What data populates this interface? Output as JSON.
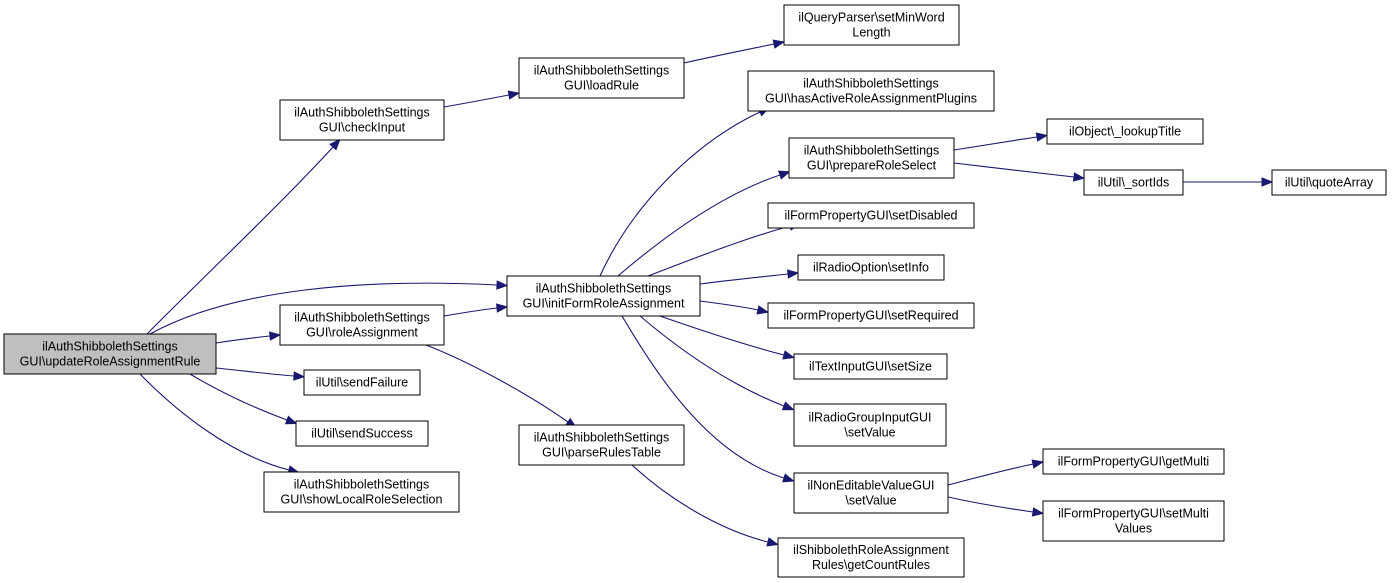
{
  "nodes": [
    {
      "id": "updateRoleAssignmentRule",
      "lines": [
        "ilAuthShibbolethSettings",
        "GUI\\updateRoleAssignmentRule"
      ],
      "highlighted": true
    },
    {
      "id": "checkInput",
      "lines": [
        "ilAuthShibbolethSettings",
        "GUI\\checkInput"
      ]
    },
    {
      "id": "loadRule",
      "lines": [
        "ilAuthShibbolethSettings",
        "GUI\\loadRule"
      ]
    },
    {
      "id": "setMinWordLength",
      "lines": [
        "ilQueryParser\\setMinWord",
        "Length"
      ]
    },
    {
      "id": "hasActiveRoleAssignmentPlugins",
      "lines": [
        "ilAuthShibbolethSettings",
        "GUI\\hasActiveRoleAssignmentPlugins"
      ]
    },
    {
      "id": "prepareRoleSelect",
      "lines": [
        "ilAuthShibbolethSettings",
        "GUI\\prepareRoleSelect"
      ]
    },
    {
      "id": "lookupTitle",
      "lines": [
        "ilObject\\_lookupTitle"
      ]
    },
    {
      "id": "sortIds",
      "lines": [
        "ilUtil\\_sortIds"
      ]
    },
    {
      "id": "quoteArray",
      "lines": [
        "ilUtil\\quoteArray"
      ]
    },
    {
      "id": "setDisabled",
      "lines": [
        "ilFormPropertyGUI\\setDisabled"
      ]
    },
    {
      "id": "initFormRoleAssignment",
      "lines": [
        "ilAuthShibbolethSettings",
        "GUI\\initFormRoleAssignment"
      ]
    },
    {
      "id": "setInfo",
      "lines": [
        "ilRadioOption\\setInfo"
      ]
    },
    {
      "id": "roleAssignment",
      "lines": [
        "ilAuthShibbolethSettings",
        "GUI\\roleAssignment"
      ]
    },
    {
      "id": "setRequired",
      "lines": [
        "ilFormPropertyGUI\\setRequired"
      ]
    },
    {
      "id": "setSize",
      "lines": [
        "ilTextInputGUI\\setSize"
      ]
    },
    {
      "id": "sendFailure",
      "lines": [
        "ilUtil\\sendFailure"
      ]
    },
    {
      "id": "radioSetValue",
      "lines": [
        "ilRadioGroupInputGUI",
        "\\setValue"
      ]
    },
    {
      "id": "sendSuccess",
      "lines": [
        "ilUtil\\sendSuccess"
      ]
    },
    {
      "id": "parseRulesTable",
      "lines": [
        "ilAuthShibbolethSettings",
        "GUI\\parseRulesTable"
      ]
    },
    {
      "id": "nonEditSetValue",
      "lines": [
        "ilNonEditableValueGUI",
        "\\setValue"
      ]
    },
    {
      "id": "getMulti",
      "lines": [
        "ilFormPropertyGUI\\getMulti"
      ]
    },
    {
      "id": "showLocalRoleSelection",
      "lines": [
        "ilAuthShibbolethSettings",
        "GUI\\showLocalRoleSelection"
      ]
    },
    {
      "id": "setMultiValues",
      "lines": [
        "ilFormPropertyGUI\\setMulti",
        "Values"
      ]
    },
    {
      "id": "getCountRules",
      "lines": [
        "ilShibbolethRoleAssignment",
        "Rules\\getCountRules"
      ]
    }
  ],
  "edges": [
    {
      "from": "updateRoleAssignmentRule",
      "to": "checkInput"
    },
    {
      "from": "updateRoleAssignmentRule",
      "to": "initFormRoleAssignment"
    },
    {
      "from": "updateRoleAssignmentRule",
      "to": "roleAssignment"
    },
    {
      "from": "updateRoleAssignmentRule",
      "to": "sendFailure"
    },
    {
      "from": "updateRoleAssignmentRule",
      "to": "sendSuccess"
    },
    {
      "from": "updateRoleAssignmentRule",
      "to": "showLocalRoleSelection"
    },
    {
      "from": "checkInput",
      "to": "loadRule"
    },
    {
      "from": "loadRule",
      "to": "setMinWordLength"
    },
    {
      "from": "roleAssignment",
      "to": "initFormRoleAssignment"
    },
    {
      "from": "roleAssignment",
      "to": "parseRulesTable"
    },
    {
      "from": "initFormRoleAssignment",
      "to": "hasActiveRoleAssignmentPlugins"
    },
    {
      "from": "initFormRoleAssignment",
      "to": "prepareRoleSelect"
    },
    {
      "from": "initFormRoleAssignment",
      "to": "setDisabled"
    },
    {
      "from": "initFormRoleAssignment",
      "to": "setInfo"
    },
    {
      "from": "initFormRoleAssignment",
      "to": "setRequired"
    },
    {
      "from": "initFormRoleAssignment",
      "to": "setSize"
    },
    {
      "from": "initFormRoleAssignment",
      "to": "radioSetValue"
    },
    {
      "from": "initFormRoleAssignment",
      "to": "nonEditSetValue"
    },
    {
      "from": "prepareRoleSelect",
      "to": "lookupTitle"
    },
    {
      "from": "prepareRoleSelect",
      "to": "sortIds"
    },
    {
      "from": "sortIds",
      "to": "quoteArray"
    },
    {
      "from": "nonEditSetValue",
      "to": "getMulti"
    },
    {
      "from": "nonEditSetValue",
      "to": "setMultiValues"
    },
    {
      "from": "parseRulesTable",
      "to": "getCountRules"
    }
  ],
  "colors": {
    "edge": "#191970",
    "node_fill": "#ffffff",
    "root_fill": "#bfbfbf",
    "border": "#000000"
  }
}
